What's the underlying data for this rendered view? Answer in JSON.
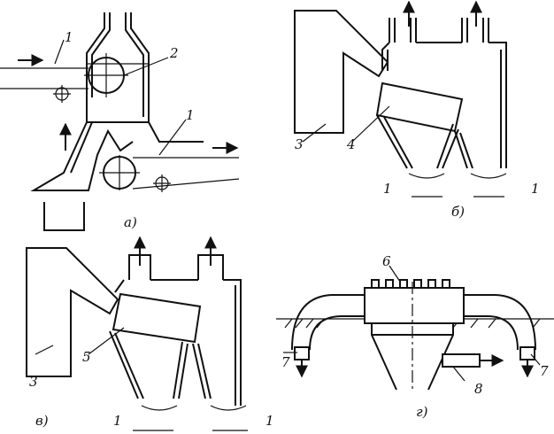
{
  "panels": [
    {
      "id": "a",
      "caption": "а)",
      "labels": [
        "1",
        "2",
        "1"
      ]
    },
    {
      "id": "b",
      "caption": "б)",
      "labels": [
        "3",
        "4",
        "1",
        "1"
      ]
    },
    {
      "id": "v",
      "caption": "в)",
      "labels": [
        "3",
        "5",
        "1",
        "1"
      ]
    },
    {
      "id": "g",
      "caption": "г)",
      "labels": [
        "6",
        "7",
        "8",
        "7"
      ]
    }
  ]
}
